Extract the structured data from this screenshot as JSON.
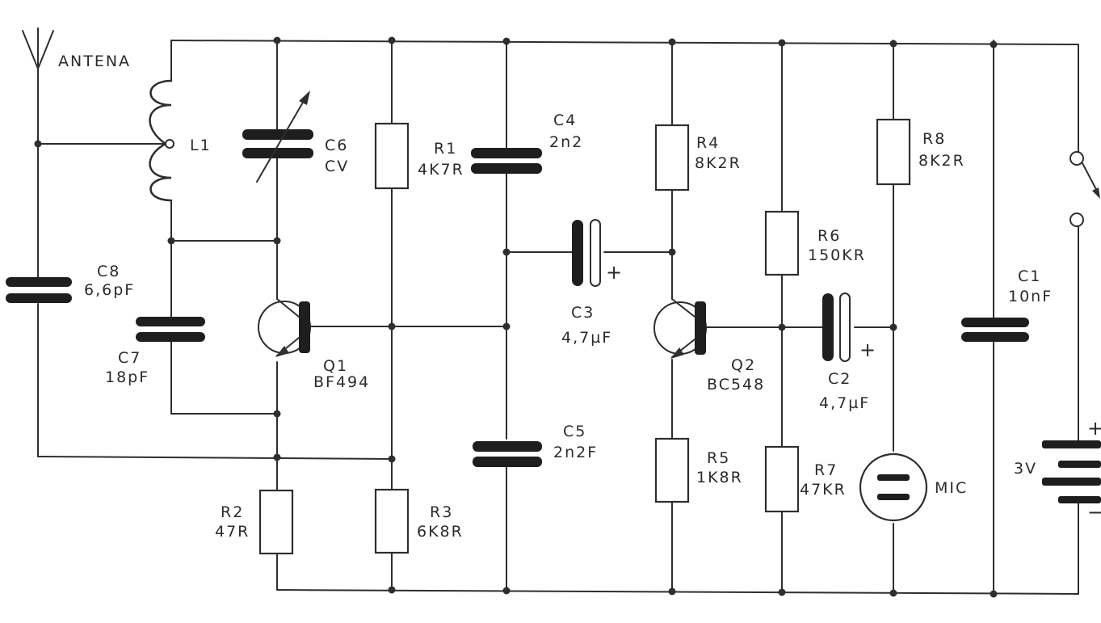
{
  "antenna": {
    "label": "ANTENA"
  },
  "components": {
    "L1": {
      "ref": "L1"
    },
    "C6": {
      "ref": "C6",
      "value": "CV"
    },
    "R1": {
      "ref": "R1",
      "value": "4K7R"
    },
    "C4": {
      "ref": "C4",
      "value": "2n2"
    },
    "R4": {
      "ref": "R4",
      "value": "8K2R"
    },
    "R8": {
      "ref": "R8",
      "value": "8K2R"
    },
    "R6": {
      "ref": "R6",
      "value": "150KR"
    },
    "C8": {
      "ref": "C8",
      "value": "6,6pF"
    },
    "C3": {
      "ref": "C3",
      "value": "4,7µF"
    },
    "C1": {
      "ref": "C1",
      "value": "10nF"
    },
    "C7": {
      "ref": "C7",
      "value": "18pF"
    },
    "Q1": {
      "ref": "Q1",
      "value": "BF494"
    },
    "Q2": {
      "ref": "Q2",
      "value": "BC548"
    },
    "C2": {
      "ref": "C2",
      "value": "4,7µF"
    },
    "C5": {
      "ref": "C5",
      "value": "2n2F"
    },
    "R5": {
      "ref": "R5",
      "value": "1K8R"
    },
    "R7": {
      "ref": "R7",
      "value": "47KR"
    },
    "R2": {
      "ref": "R2",
      "value": "47R"
    },
    "R3": {
      "ref": "R3",
      "value": "6K8R"
    },
    "MIC": {
      "ref": "MIC"
    },
    "battery": {
      "value": "3V"
    }
  },
  "symbols": {
    "plus": "+",
    "minus": "−"
  }
}
